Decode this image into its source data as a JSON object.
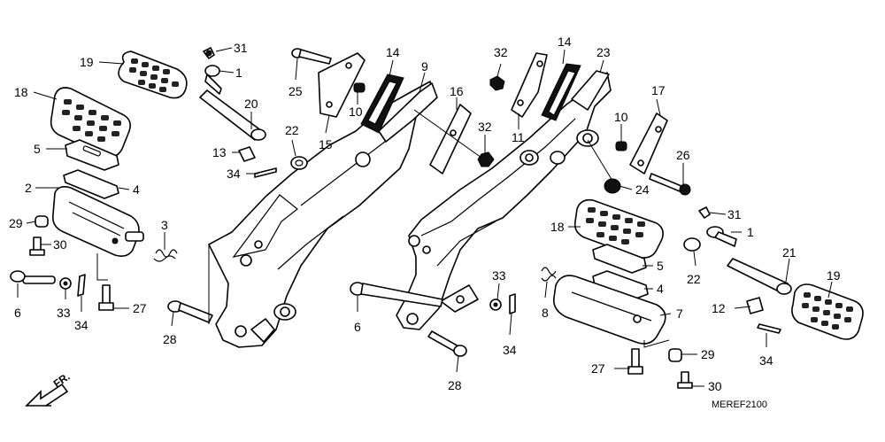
{
  "diagram_code": "MEREF2100",
  "direction_label": "FR.",
  "callouts": [
    {
      "id": "c31a",
      "text": "31"
    },
    {
      "id": "c1a",
      "text": "1"
    },
    {
      "id": "c19a",
      "text": "19"
    },
    {
      "id": "c18a",
      "text": "18"
    },
    {
      "id": "c20",
      "text": "20"
    },
    {
      "id": "c5a",
      "text": "5"
    },
    {
      "id": "c13",
      "text": "13"
    },
    {
      "id": "c34a",
      "text": "34"
    },
    {
      "id": "c2",
      "text": "2"
    },
    {
      "id": "c4a",
      "text": "4"
    },
    {
      "id": "c29a",
      "text": "29"
    },
    {
      "id": "c30a",
      "text": "30"
    },
    {
      "id": "c3",
      "text": "3"
    },
    {
      "id": "c6a",
      "text": "6"
    },
    {
      "id": "c33a",
      "text": "33"
    },
    {
      "id": "c34b",
      "text": "34"
    },
    {
      "id": "c27a",
      "text": "27"
    },
    {
      "id": "c28a",
      "text": "28"
    },
    {
      "id": "c25",
      "text": "25"
    },
    {
      "id": "c14a",
      "text": "14"
    },
    {
      "id": "c9",
      "text": "9"
    },
    {
      "id": "c10a",
      "text": "10"
    },
    {
      "id": "c15",
      "text": "15"
    },
    {
      "id": "c22a",
      "text": "22"
    },
    {
      "id": "c16",
      "text": "16"
    },
    {
      "id": "c32a",
      "text": "32"
    },
    {
      "id": "c32b",
      "text": "32"
    },
    {
      "id": "c14b",
      "text": "14"
    },
    {
      "id": "c23",
      "text": "23"
    },
    {
      "id": "c11",
      "text": "11"
    },
    {
      "id": "c17",
      "text": "17"
    },
    {
      "id": "c10b",
      "text": "10"
    },
    {
      "id": "c26",
      "text": "26"
    },
    {
      "id": "c24",
      "text": "24"
    },
    {
      "id": "c18b",
      "text": "18"
    },
    {
      "id": "c31b",
      "text": "31"
    },
    {
      "id": "c1b",
      "text": "1"
    },
    {
      "id": "c5b",
      "text": "5"
    },
    {
      "id": "c21",
      "text": "21"
    },
    {
      "id": "c22b",
      "text": "22"
    },
    {
      "id": "c4b",
      "text": "4"
    },
    {
      "id": "c19b",
      "text": "19"
    },
    {
      "id": "c8",
      "text": "8"
    },
    {
      "id": "c33b",
      "text": "33"
    },
    {
      "id": "c7",
      "text": "7"
    },
    {
      "id": "c12",
      "text": "12"
    },
    {
      "id": "c6b",
      "text": "6"
    },
    {
      "id": "c34c",
      "text": "34"
    },
    {
      "id": "c34d",
      "text": "34"
    },
    {
      "id": "c29b",
      "text": "29"
    },
    {
      "id": "c27b",
      "text": "27"
    },
    {
      "id": "c28b",
      "text": "28"
    },
    {
      "id": "c30b",
      "text": "30"
    }
  ]
}
